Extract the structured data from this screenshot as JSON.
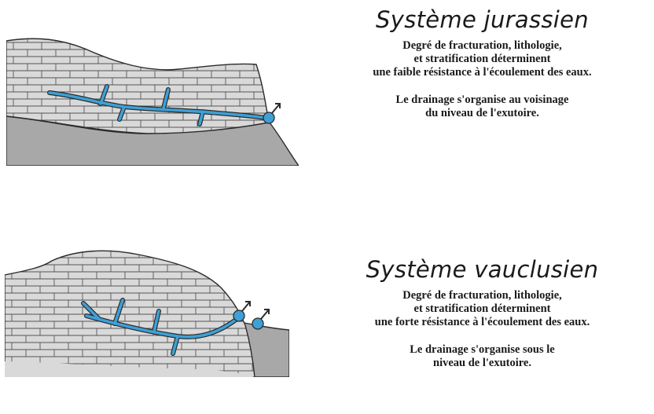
{
  "jurassien": {
    "title": "Système jurassien",
    "description": [
      "Degré de fracturation, lithologie,",
      "et stratification déterminent",
      "une faible résistance à l'écoulement des eaux."
    ],
    "drainage": [
      "Le drainage s'organise au voisinage",
      "du niveau de l'exutoire."
    ]
  },
  "vauclusien": {
    "title": "Système vauclusien",
    "description": [
      "Degré de fracturation, lithologie,",
      "et stratification déterminent",
      "une forte résistance à l'écoulement des eaux."
    ],
    "drainage": [
      "Le drainage s'organise sous le",
      "niveau de l'exutoire."
    ]
  },
  "colors": {
    "limestone": "#d9d9d9",
    "bedrock": "#a8a8a8",
    "water": "#3ea0d6",
    "outline": "#2b2b2b"
  }
}
